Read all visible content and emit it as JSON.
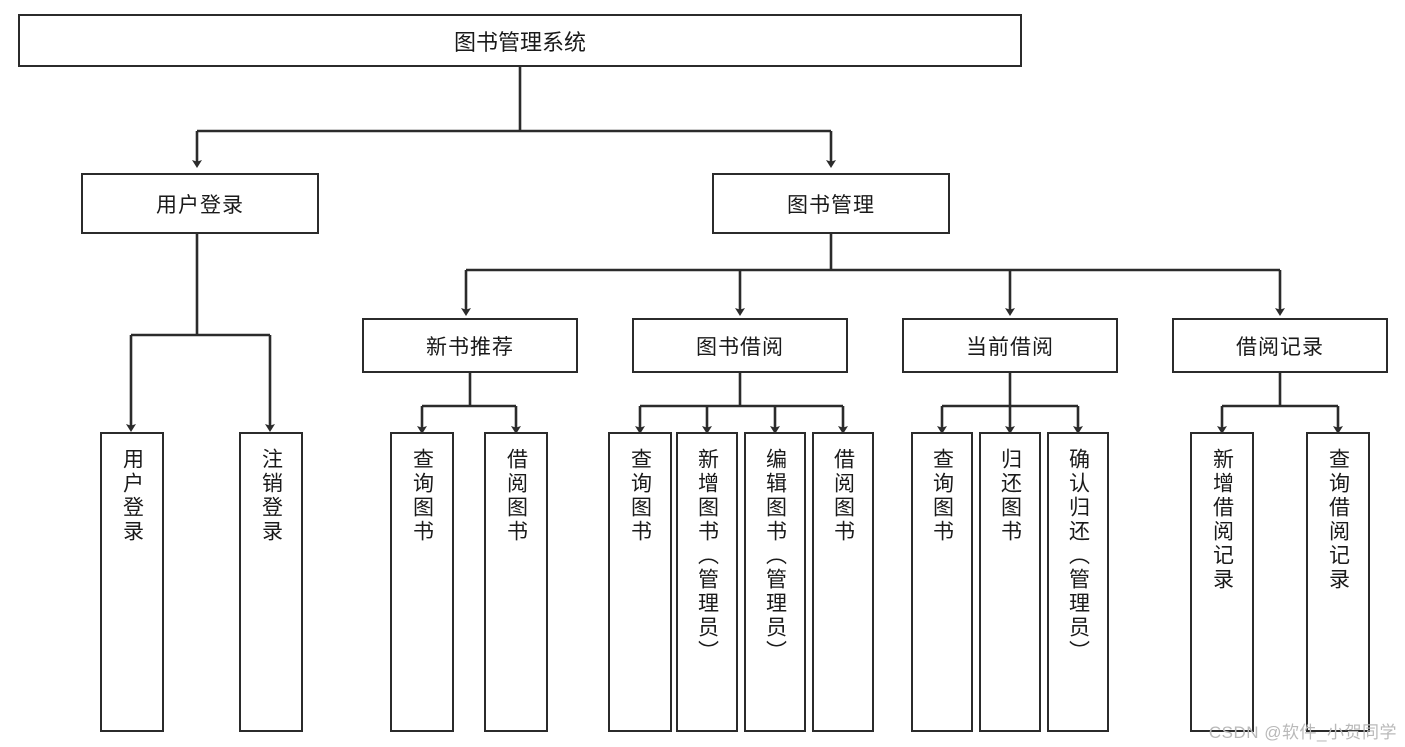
{
  "diagram": {
    "title": "图书管理系统",
    "type": "tree-hierarchy",
    "root": {
      "label": "图书管理系统"
    },
    "level1": [
      {
        "label": "用户登录"
      },
      {
        "label": "图书管理"
      }
    ],
    "level2": [
      {
        "label": "新书推荐"
      },
      {
        "label": "图书借阅"
      },
      {
        "label": "当前借阅"
      },
      {
        "label": "借阅记录"
      }
    ],
    "leaves": {
      "user_login": [
        {
          "label": "用户登录"
        },
        {
          "label": "注销登录"
        }
      ],
      "new_book_recommend": [
        {
          "label": "查询图书"
        },
        {
          "label": "借阅图书"
        }
      ],
      "book_borrow": [
        {
          "label": "查询图书"
        },
        {
          "label": "新增图书（管理员）"
        },
        {
          "label": "编辑图书（管理员）"
        },
        {
          "label": "借阅图书"
        }
      ],
      "current_borrow": [
        {
          "label": "查询图书"
        },
        {
          "label": "归还图书"
        },
        {
          "label": "确认归还（管理员）"
        }
      ],
      "borrow_record": [
        {
          "label": "新增借阅记录"
        },
        {
          "label": "查询借阅记录"
        }
      ]
    }
  },
  "watermark": {
    "text": "CSDN @软件_小贺同学"
  },
  "colors": {
    "box_border": "#2b2b2b",
    "box_fill": "#ffffff",
    "text": "#1a1a1a",
    "edge": "#2b2b2b",
    "watermark": "#b9b9b9"
  }
}
